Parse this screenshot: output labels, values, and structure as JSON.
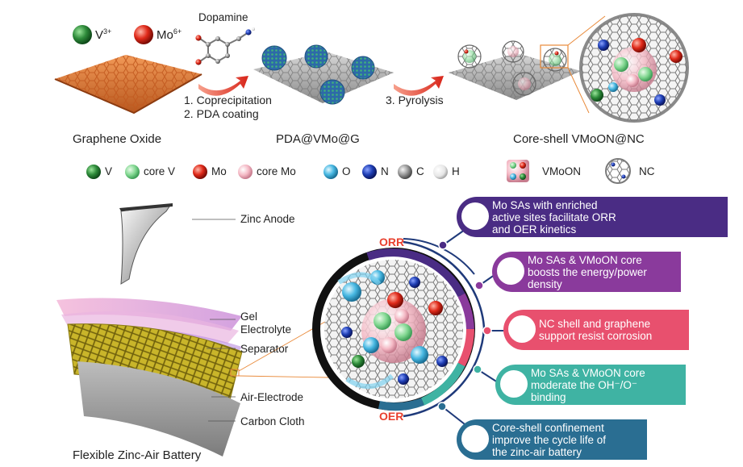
{
  "top": {
    "ion_v": "V",
    "ion_v_charge": "3+",
    "ion_mo": "Mo",
    "ion_mo_charge": "6+",
    "dopamine": "Dopamine",
    "step1": "1. Coprecipitation",
    "step2": "2. PDA coating",
    "step3": "3. Pyrolysis",
    "stage1": "Graphene Oxide",
    "stage2": "PDA@VMo@G",
    "stage3": "Core-shell VMoON@NC"
  },
  "legend": {
    "items": [
      "V",
      "core V",
      "Mo",
      "core Mo",
      "O",
      "N",
      "C",
      "H"
    ],
    "vmoon": "VMoON",
    "nc": "NC"
  },
  "battery": {
    "layers": [
      "Zinc Anode",
      "Gel",
      "Electrolyte",
      "Separator",
      "Air-Electrode",
      "Carbon Cloth"
    ],
    "caption": "Flexible Zinc-Air Battery"
  },
  "mechanism": {
    "orr": "ORR",
    "oer": "OER",
    "callouts": [
      {
        "lines": [
          "Mo SAs with enriched",
          "active sites facilitate ORR",
          "and OER kinetics"
        ],
        "color": "#4a2c84"
      },
      {
        "lines": [
          "Mo SAs & VMoON core",
          "boosts the energy/power",
          "density"
        ],
        "color": "#8a3a9c"
      },
      {
        "lines": [
          "NC shell and graphene",
          "support resist corrosion"
        ],
        "color": "#e8506e"
      },
      {
        "lines": [
          "Mo SAs & VMoON core",
          "moderate the OH⁻/O⁻",
          "binding"
        ],
        "color": "#3fb3a3"
      },
      {
        "lines": [
          "Core-shell confinement",
          "improve the cycle life of",
          "the zinc-air battery"
        ],
        "color": "#2a6e92"
      }
    ]
  }
}
